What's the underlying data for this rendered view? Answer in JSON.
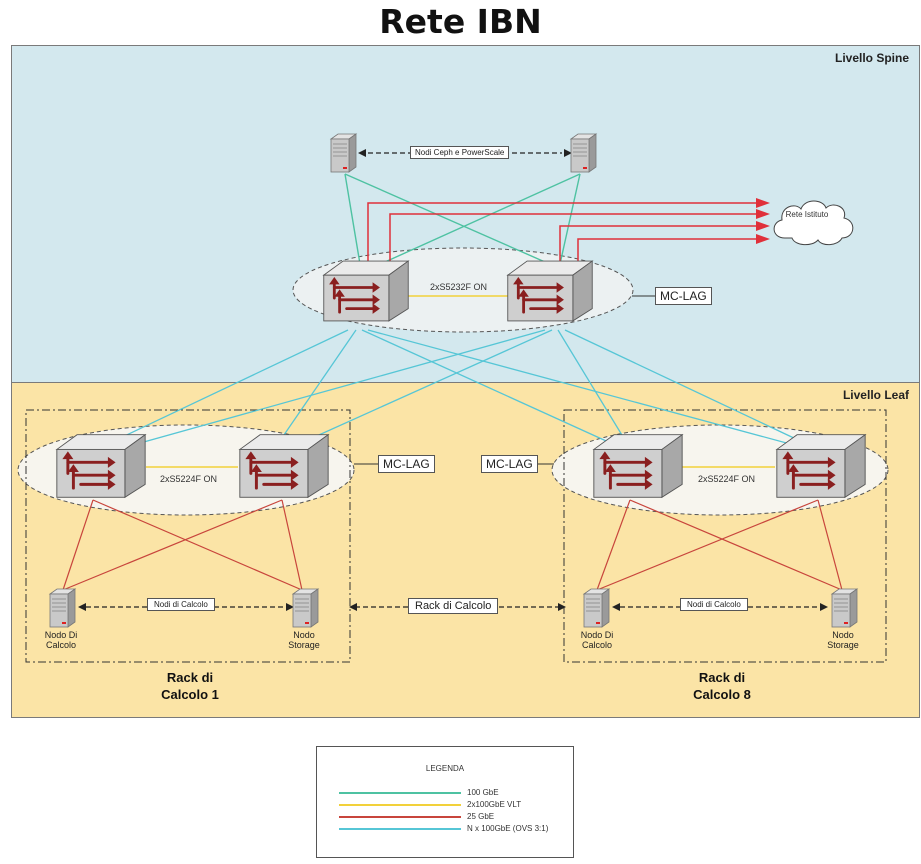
{
  "title": "Rete IBN",
  "spine": {
    "level_label": "Livello Spine",
    "storage_link_label": "Nodi Ceph e PowerScale",
    "switch_pair_label": "2xS5232F ON",
    "mclag_label": "MC-LAG",
    "cloud_label": "Rete Istituto"
  },
  "leaf": {
    "level_label": "Livello Leaf",
    "center_link_label": "Rack di Calcolo",
    "racks": [
      {
        "switch_pair_label": "2xS5224F ON",
        "mclag_label": "MC-LAG",
        "nodes_link_label": "Nodi di Calcolo",
        "compute_node_label": "Nodo Di Calcolo",
        "storage_node_label": "Nodo Storage",
        "rack_title_line1": "Rack di",
        "rack_title_line2": "Calcolo 1"
      },
      {
        "switch_pair_label": "2xS5224F ON",
        "mclag_label": "MC-LAG",
        "nodes_link_label": "Nodi di Calcolo",
        "compute_node_label": "Nodo Di Calcolo",
        "storage_node_label": "Nodo Storage",
        "rack_title_line1": "Rack di",
        "rack_title_line2": "Calcolo 8"
      }
    ]
  },
  "legend": {
    "title": "LEGENDA",
    "items": [
      {
        "label": "100 GbE",
        "color": "#4ec2a2"
      },
      {
        "label": "2x100GbE VLT",
        "color": "#f2d13a"
      },
      {
        "label": "25 GbE",
        "color": "#c8453c"
      },
      {
        "label": "N x 100GbE (OVS 3:1)",
        "color": "#56c6d6"
      }
    ]
  },
  "colors": {
    "spine_bg": "#d3e8ee",
    "leaf_bg": "#fbe4a6",
    "uplink_red": "#e0303a",
    "server_gray": "#c9c9c9",
    "switch_arrow": "#8a1f1f"
  }
}
